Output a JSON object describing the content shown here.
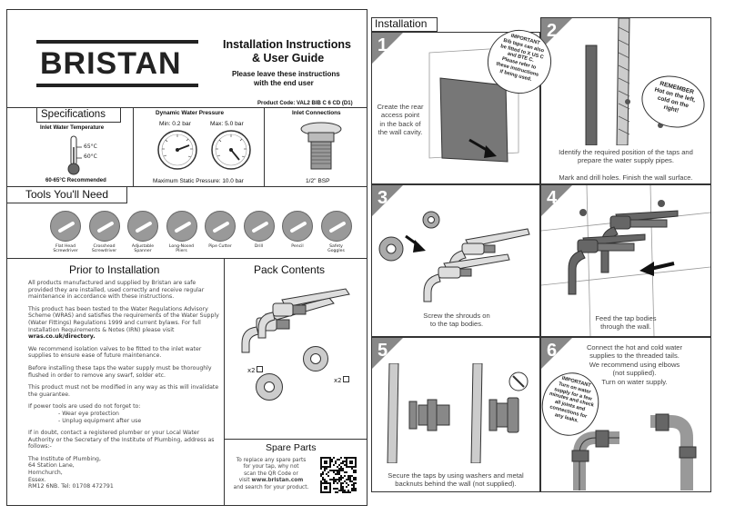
{
  "brand": "BRISTAN",
  "title_line1": "Installation Instructions",
  "title_line2": "& User Guide",
  "subtitle_line1": "Please leave these instructions",
  "subtitle_line2": "with the end user",
  "product_code": "Product Code: VAL2 BIB C 6 CD (D1)",
  "specs": {
    "heading": "Specifications",
    "inlet_temp_label": "Inlet Water Temperature",
    "temp_65": "65°C",
    "temp_60": "60°C",
    "temp_recommended": "60-65°C Recommended",
    "dynamic_label": "Dynamic Water Pressure",
    "min_label": "Min: 0.2 bar",
    "max_label": "Max: 5.0 bar",
    "static_label": "Maximum Static Pressure: 10.0 bar",
    "inlet_conn_label": "Inlet Connections",
    "bsp_label": "1/2\" BSP"
  },
  "tools": {
    "heading": "Tools You'll Need",
    "items": [
      {
        "line1": "Flat Head",
        "line2": "Screwdriver",
        "icon": "flat-screwdriver-icon"
      },
      {
        "line1": "Crosshead",
        "line2": "Screwdriver",
        "icon": "crosshead-screwdriver-icon"
      },
      {
        "line1": "Adjustable",
        "line2": "Spanner",
        "icon": "spanner-icon"
      },
      {
        "line1": "Long-Nosed",
        "line2": "Pliers",
        "icon": "pliers-icon"
      },
      {
        "line1": "Pipe Cutter",
        "line2": "",
        "icon": "pipe-cutter-icon"
      },
      {
        "line1": "Drill",
        "line2": "",
        "icon": "drill-icon"
      },
      {
        "line1": "Pencil",
        "line2": "",
        "icon": "pencil-icon"
      },
      {
        "line1": "Safety",
        "line2": "Goggles",
        "icon": "goggles-icon"
      }
    ]
  },
  "prior": {
    "heading": "Prior to Installation",
    "p1": "All products manufactured and supplied by Bristan are safe provided they are installed, used correctly and receive regular maintenance in accordance with these instructions.",
    "p2": "This product has been tested to the Water Regulations Advisory Scheme (WRAS) and satisfies the requirements of the Water Supply (Water Fittings) Regulations 1999 and current bylaws. For full Installation Requirements & Notes (IRN) please visit",
    "p2_link": "wras.co.uk/directory.",
    "p3": "We recommend isolation valves to be fitted to the inlet water supplies to ensure ease of future maintenance.",
    "p4": "Before installing these taps the water supply must be thoroughly flushed in order to remove any swarf, solder etc.",
    "p5": "This product must not be modified in any way as this will invalidate the guarantee.",
    "p6": "If power tools are used do not forget to:",
    "p6_b1": "- Wear eye protection",
    "p6_b2": "- Unplug equipment after use",
    "p7": "If in doubt, contact a registered plumber or your Local Water Authority or the Secretary of the Institute of Plumbing, address as follows:-",
    "addr1": "The Institute of Plumbing,",
    "addr2": "64 Station Lane,",
    "addr3": "Hornchurch,",
    "addr4": "Essex.",
    "addr5": "RM12 6NB. Tel: 01708 472791"
  },
  "pack": {
    "heading": "Pack Contents",
    "qty1": "x2",
    "qty2": "x2"
  },
  "spare": {
    "heading": "Spare Parts",
    "line1": "To replace any spare parts",
    "line2": "for your tap, why not",
    "line3": "scan the QR Code or",
    "line4_pre": "visit ",
    "line4_link": "www.bristan.com",
    "line5": "and search for your product."
  },
  "installation": {
    "heading": "Installation",
    "steps": [
      {
        "num": "1",
        "caption1": "Create the rear",
        "caption2": "access point",
        "caption3": "in the back of",
        "caption4": "the wall cavity."
      },
      {
        "num": "2",
        "caption1": "Identify the required position of the taps and",
        "caption2": "prepare the water supply pipes.",
        "caption3": "Mark and drill holes. Finish the wall surface."
      },
      {
        "num": "3",
        "caption1": "Screw the shrouds on",
        "caption2": "to the tap bodies."
      },
      {
        "num": "4",
        "caption1": "Feed the tap bodies",
        "caption2": "through the wall."
      },
      {
        "num": "5",
        "caption1": "Secure the taps by using washers and metal",
        "caption2": "backnuts behind the wall (not supplied)."
      },
      {
        "num": "6",
        "caption1": "Connect the hot and cold water",
        "caption2": "supplies to the threaded tails.",
        "caption3": "We recommend using elbows",
        "caption4": "(not supplied).",
        "caption5": "Turn on water supply."
      }
    ],
    "bubble1": [
      "IMPORTANT",
      "Bib taps can also",
      "be fitted to X US C",
      "and BTE C.",
      "Please refer to",
      "these instructions",
      "if being used."
    ],
    "bubble2": [
      "REMEMBER",
      "Hot on the left,",
      "cold on the",
      "right!"
    ],
    "bubble6": [
      "IMPORTANT",
      "Turn on water",
      "supply for a few",
      "minutes and check",
      "all joints and",
      "connections for",
      "any leaks."
    ]
  }
}
